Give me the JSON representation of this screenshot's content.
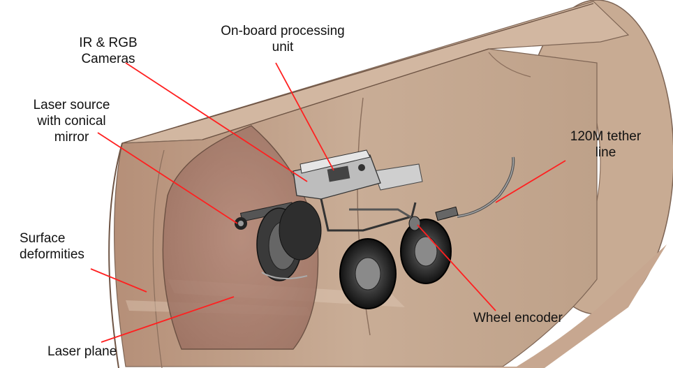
{
  "labels": {
    "ir_rgb": {
      "line1": "IR & RGB",
      "line2": "Cameras"
    },
    "processing": {
      "line1": "On-board processing",
      "line2": "unit"
    },
    "laser_source": {
      "line1": "Laser source",
      "line2": "with conical",
      "line3": "mirror"
    },
    "tether": {
      "line1": "120M tether",
      "line2": "line"
    },
    "surface": {
      "line1": "Surface",
      "line2": "deformities"
    },
    "wheel_encoder": "Wheel encoder",
    "laser_plane": "Laser plane"
  },
  "colors": {
    "pipe_outer": "#c8ab93",
    "pipe_inner": "#bf9f86",
    "pipe_edge": "#8a6e5c",
    "laser_disc": "#a87e6e",
    "leader_line": "#ff2020",
    "robot_dark": "#2a2a2a",
    "robot_light": "#d9d9d9"
  }
}
